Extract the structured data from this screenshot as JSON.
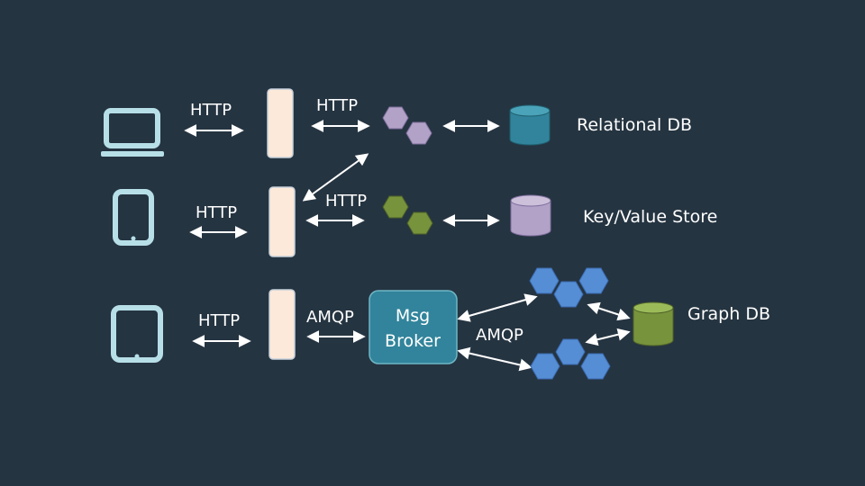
{
  "labels": {
    "http_laptop_gw": "HTTP",
    "http_gw1_svc": "HTTP",
    "http_phone_gw": "HTTP",
    "http_gw2_svc": "HTTP",
    "http_tablet_gw": "HTTP",
    "amqp_gw3_broker": "AMQP",
    "amqp_broker_svc": "AMQP"
  },
  "broker": {
    "line1": "Msg",
    "line2": "Broker"
  },
  "stores": {
    "relational": "Relational DB",
    "keyvalue": "Key/Value Store",
    "graph": "Graph DB"
  },
  "colors": {
    "background": "#253441",
    "device": "#b7dfe8",
    "gateway_fill": "#fde9d9",
    "svc_purple": "#b3a2c7",
    "svc_green": "#77933c",
    "svc_blue": "#558ed5",
    "broker": "#31849b",
    "db_teal": "#31849b",
    "db_purple": "#b3a2c7",
    "db_green": "#77933c"
  }
}
